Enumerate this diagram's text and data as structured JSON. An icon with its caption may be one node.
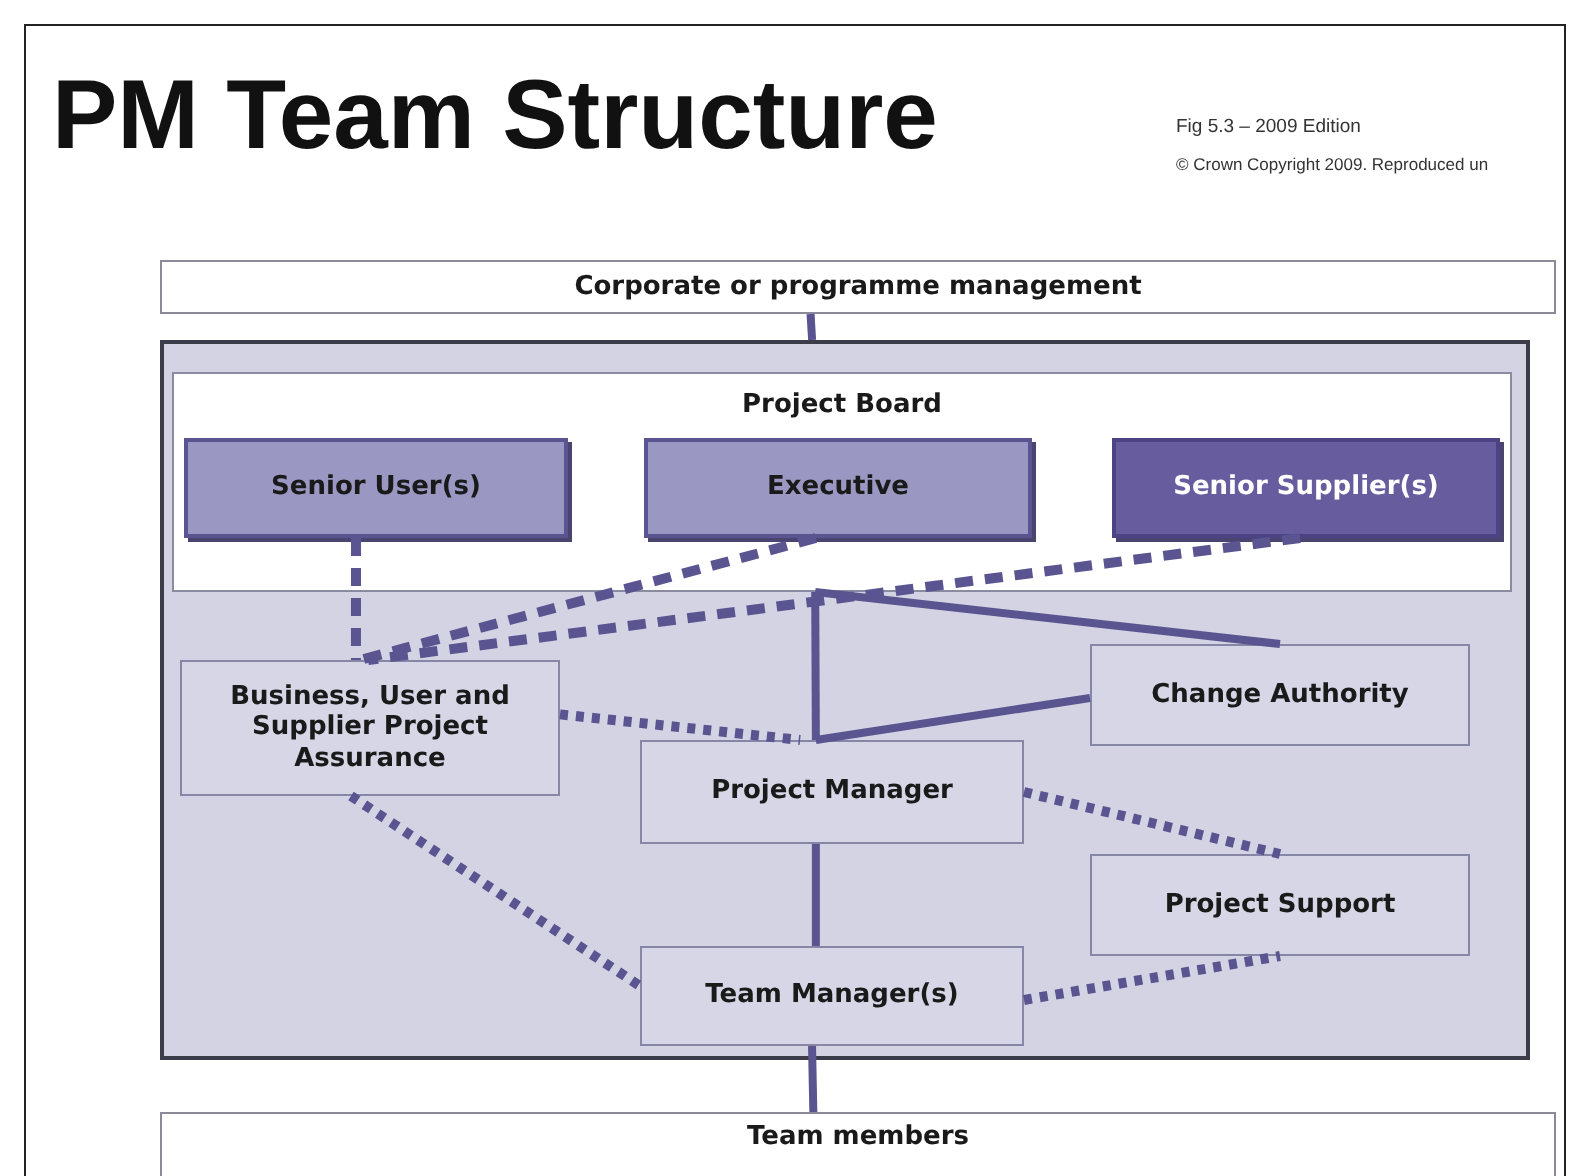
{
  "diagram": {
    "title": "PM Team Structure",
    "nodes": [
      {
        "text": [
          "Corporate or programme management"
        ]
      },
      {
        "text": [],
        "shape": "box"
      },
      {
        "text": [
          "Project Board"
        ],
        "in": 1
      },
      {
        "text": [
          "Senior User(s)"
        ],
        "in": 2
      },
      {
        "text": [
          "Executive"
        ],
        "in": 2
      },
      {
        "text": [
          "Senior Supplier(s)"
        ],
        "in": 2
      },
      {
        "text": [
          "Business, User and Supplier Project Assurance"
        ],
        "in": 1
      },
      {
        "text": [
          "Change Authority"
        ],
        "in": 1
      },
      {
        "text": [
          "Project Manager"
        ],
        "in": 1
      },
      {
        "text": [
          "Project Support"
        ],
        "in": 1
      },
      {
        "text": [
          "Team Manager(s)"
        ],
        "in": 1
      },
      {
        "text": [
          "Team members"
        ]
      }
    ],
    "edges": [
      {
        "from": 0,
        "to": 1,
        "arrow": "none"
      },
      {
        "from": 2,
        "to": 8,
        "arrow": "none"
      },
      {
        "from": 2,
        "to": 7,
        "arrow": "none"
      },
      {
        "from": 8,
        "to": 7,
        "arrow": "none"
      },
      {
        "from": 8,
        "to": 10,
        "arrow": "none"
      },
      {
        "from": 10,
        "to": 11,
        "arrow": "none"
      },
      {
        "from": 3,
        "to": 6,
        "arrow": "none",
        "style": "dashed"
      },
      {
        "from": 4,
        "to": 6,
        "arrow": "none",
        "style": "dashed"
      },
      {
        "from": 5,
        "to": 6,
        "arrow": "none",
        "style": "dashed"
      },
      {
        "from": 6,
        "to": 8,
        "arrow": "none",
        "style": "dashed"
      },
      {
        "from": 6,
        "to": 10,
        "arrow": "none",
        "style": "dashed"
      },
      {
        "from": 8,
        "to": 9,
        "arrow": "none",
        "style": "dashed"
      },
      {
        "from": 10,
        "to": 9,
        "arrow": "none",
        "style": "dashed"
      }
    ],
    "labels": [
      "Fig 5.3 – 2009 Edition",
      "© Crown Copyright 2009. Reproduced un"
    ]
  }
}
